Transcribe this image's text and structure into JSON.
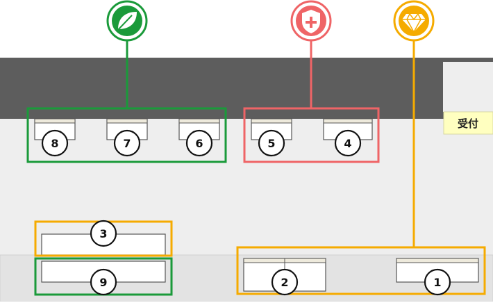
{
  "reception_label": "受付",
  "colors": {
    "green": "#1a9a3a",
    "red": "#ef6466",
    "gold": "#f5ab00",
    "wall": "#5d5d5d",
    "floor": "#eeeeee",
    "reception_bg": "#ffffc0"
  },
  "groups": [
    {
      "id": "green",
      "icon": "leaf-icon",
      "desks": [
        "8",
        "7",
        "6"
      ]
    },
    {
      "id": "red",
      "icon": "shield-plus-icon",
      "desks": [
        "5",
        "4"
      ]
    },
    {
      "id": "gold",
      "icon": "diamond-icon",
      "desks": [
        "1",
        "2",
        "3"
      ]
    },
    {
      "id": "green",
      "icon": "leaf-icon",
      "desks": [
        "9"
      ]
    }
  ],
  "desk_numbers": {
    "d1": "1",
    "d2": "2",
    "d3": "3",
    "d4": "4",
    "d5": "5",
    "d6": "6",
    "d7": "7",
    "d8": "8",
    "d9": "9"
  }
}
